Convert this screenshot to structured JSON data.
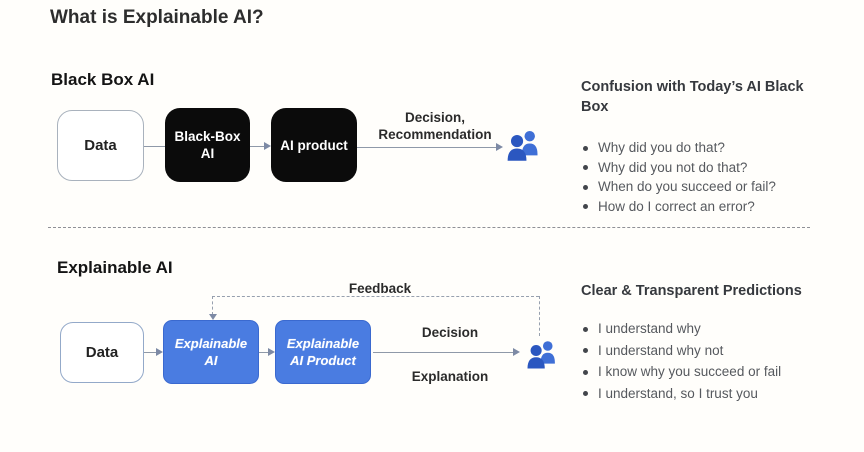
{
  "page": {
    "title": "What is Explainable AI?"
  },
  "colors": {
    "background": "#fffefb",
    "black_box": "#0b0b0b",
    "blue_box": "#4a7ce1",
    "blue_box_border": "#3a69cf",
    "people_icon_front": "#2b57c0",
    "people_icon_back": "#3f6fd6",
    "connector_gray": "#8f99a8"
  },
  "icons": {
    "people_top": "people-group-icon",
    "people_bottom": "people-group-icon"
  },
  "blackbox_section": {
    "heading": "Black Box AI",
    "flow": {
      "data_label": "Data",
      "model_line1": "Black-Box",
      "model_line2": "AI",
      "product_label": "AI product",
      "output_line1": "Decision,",
      "output_line2": "Recommendation"
    },
    "panel": {
      "heading": "Confusion with Today’s AI Black Box",
      "bullets": [
        "Why did you do that?",
        "Why did you not do that?",
        "When do you succeed or fail?",
        "How do I correct an error?"
      ]
    }
  },
  "explainable_section": {
    "heading": "Explainable AI",
    "flow": {
      "data_label": "Data",
      "model_line1": "Explainable",
      "model_line2": "AI",
      "product_line1": "Explainable",
      "product_line2": "AI Product",
      "feedback_label": "Feedback",
      "decision_label": "Decision",
      "explanation_label": "Explanation"
    },
    "panel": {
      "heading": "Clear & Transparent Predictions",
      "bullets": [
        "I understand why",
        "I understand why not",
        "I know why you succeed or fail",
        "I understand, so I trust you"
      ]
    }
  }
}
